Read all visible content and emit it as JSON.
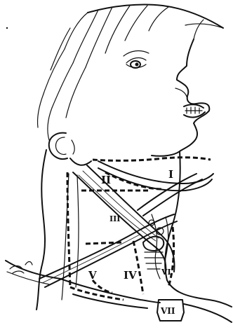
{
  "figure": {
    "levels": {
      "I": "I",
      "II": "II",
      "III": "III",
      "IV": "IV",
      "V": "V",
      "VI": "VI",
      "VII": "VII"
    }
  }
}
